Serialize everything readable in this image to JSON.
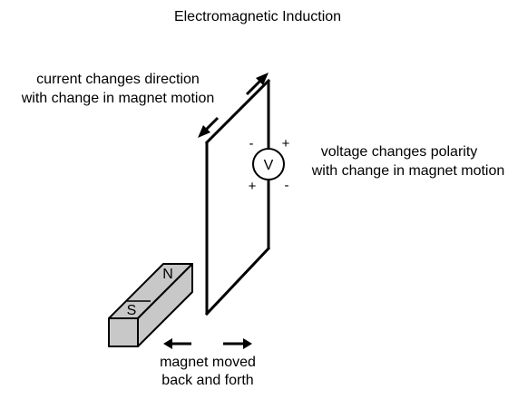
{
  "title": "Electromagnetic Induction",
  "current_label": {
    "line1": "current changes direction",
    "line2": "with change in magnet motion"
  },
  "voltage_label": {
    "line1": "voltage changes polarity",
    "line2": "with change in magnet motion"
  },
  "meter": {
    "symbol": "V",
    "top_left_sign": "-",
    "top_right_sign": "+",
    "bottom_left_sign": "+",
    "bottom_right_sign": "-"
  },
  "magnet": {
    "north_label": "N",
    "south_label": "S",
    "face_color": "#c8c8c8"
  },
  "motion_label": {
    "line1": "magnet moved",
    "line2": "back and forth"
  },
  "colors": {
    "stroke": "#000000",
    "background": "#ffffff"
  }
}
